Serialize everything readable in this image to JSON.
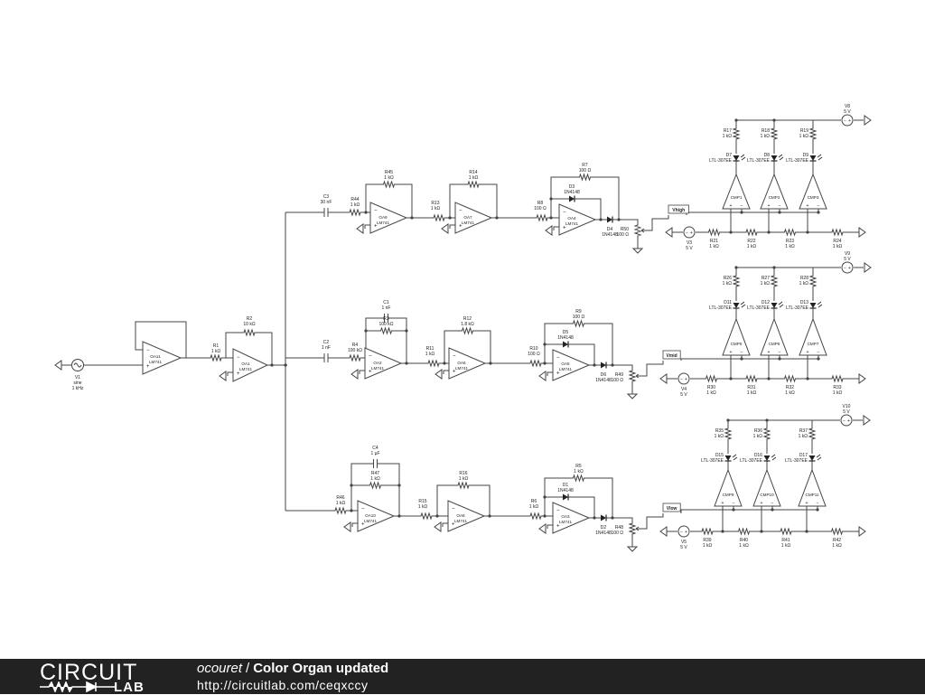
{
  "footer": {
    "logo_top": "CIRCUIT",
    "logo_bottom": "LAB",
    "author": "ocouret",
    "separator": "/",
    "title": "Color Organ updated",
    "url": "http://circuitlab.com/ceqxccy"
  },
  "schematic": {
    "source": {
      "name": "V1",
      "line2": "sine",
      "line3": "1 kHz"
    },
    "buffer": {
      "name": "OA11",
      "model": "LM741"
    },
    "input_stage": {
      "r1": {
        "name": "R1",
        "value": "1 kΩ"
      },
      "r2": {
        "name": "R2",
        "value": "10 kΩ"
      },
      "opamp": {
        "name": "OA1",
        "model": "LM741"
      }
    },
    "channels": [
      {
        "cap": {
          "name": "C3",
          "value": "30 nF"
        },
        "rin": {
          "name": "R44",
          "value": "1 kΩ"
        },
        "rfb": {
          "name": "R45",
          "value": "1 kΩ"
        },
        "filter": {
          "name": "OA9",
          "model": "LM741"
        },
        "r_amp_in": {
          "name": "R13",
          "value": "1 kΩ"
        },
        "r_amp_fb": {
          "name": "R14",
          "value": "1 kΩ"
        },
        "amp": {
          "name": "OA7",
          "model": "LM741"
        },
        "r_rect_in": {
          "name": "R8",
          "value": "100 Ω"
        },
        "r_rect_fb": {
          "name": "R7",
          "value": "100 Ω"
        },
        "d_fb": {
          "name": "D3",
          "model": "1N4148"
        },
        "rect": {
          "name": "OA4",
          "model": "LM741"
        },
        "d_out": {
          "name": "D4",
          "model": "1N4148"
        },
        "pot": {
          "name": "R50",
          "value": "100 Ω"
        },
        "net": "Vhigh",
        "vsrc": {
          "name": "V3",
          "value": "5 V"
        },
        "supply": {
          "name": "V8",
          "value": "5 V"
        },
        "ladder": [
          {
            "name": "R21",
            "value": "1 kΩ"
          },
          {
            "name": "R22",
            "value": "1 kΩ"
          },
          {
            "name": "R23",
            "value": "1 kΩ"
          },
          {
            "name": "R24",
            "value": "1 kΩ"
          }
        ],
        "leds": [
          {
            "r": {
              "name": "R17",
              "value": "1 kΩ"
            },
            "d": {
              "name": "D7",
              "model": "LTL-307EE"
            },
            "cmp": "CMP1"
          },
          {
            "r": {
              "name": "R18",
              "value": "1 kΩ"
            },
            "d": {
              "name": "D8",
              "model": "LTL-307EE"
            },
            "cmp": "CMP2"
          },
          {
            "r": {
              "name": "R19",
              "value": "1 kΩ"
            },
            "d": {
              "name": "D9",
              "model": "LTL-307EE"
            },
            "cmp": "CMP3"
          }
        ]
      },
      {
        "cap": {
          "name": "C2",
          "value": "1 nF"
        },
        "rin": {
          "name": "R4",
          "value": "100 kΩ"
        },
        "rfb": {
          "name": "R3",
          "value": "100 kΩ"
        },
        "cfb": {
          "name": "C1",
          "value": "1 nF"
        },
        "filter": {
          "name": "OA2",
          "model": "LM741"
        },
        "r_amp_in": {
          "name": "R11",
          "value": "1 kΩ"
        },
        "r_amp_fb": {
          "name": "R12",
          "value": "1.8 kΩ"
        },
        "amp": {
          "name": "OA6",
          "model": "LM741"
        },
        "r_rect_in": {
          "name": "R10",
          "value": "100 Ω"
        },
        "r_rect_fb": {
          "name": "R9",
          "value": "100 Ω"
        },
        "d_fb": {
          "name": "D5",
          "model": "1N4148"
        },
        "rect": {
          "name": "OA5",
          "model": "LM741"
        },
        "d_out": {
          "name": "D6",
          "model": "1N4148"
        },
        "pot": {
          "name": "R49",
          "value": "100 Ω"
        },
        "net": "Vmid",
        "vsrc": {
          "name": "V4",
          "value": "5 V"
        },
        "supply": {
          "name": "V9",
          "value": "5 V"
        },
        "ladder": [
          {
            "name": "R30",
            "value": "1 kΩ"
          },
          {
            "name": "R31",
            "value": "1 kΩ"
          },
          {
            "name": "R32",
            "value": "1 kΩ"
          },
          {
            "name": "R33",
            "value": "1 kΩ"
          }
        ],
        "leds": [
          {
            "r": {
              "name": "R26",
              "value": "1 kΩ"
            },
            "d": {
              "name": "D11",
              "model": "LTL-307EE"
            },
            "cmp": "CMP5"
          },
          {
            "r": {
              "name": "R27",
              "value": "1 kΩ"
            },
            "d": {
              "name": "D12",
              "model": "LTL-307EE"
            },
            "cmp": "CMP6"
          },
          {
            "r": {
              "name": "R28",
              "value": "1 kΩ"
            },
            "d": {
              "name": "D13",
              "model": "LTL-307EE"
            },
            "cmp": "CMP7"
          }
        ]
      },
      {
        "rin": {
          "name": "R46",
          "value": "1 kΩ"
        },
        "rfb": {
          "name": "R47",
          "value": "1 kΩ"
        },
        "cfb": {
          "name": "C4",
          "value": "1 µF"
        },
        "filter": {
          "name": "OA10",
          "model": "LM741"
        },
        "r_amp_in": {
          "name": "R15",
          "value": "1 kΩ"
        },
        "r_amp_fb": {
          "name": "R16",
          "value": "1 kΩ"
        },
        "amp": {
          "name": "OA8",
          "model": "LM741"
        },
        "r_rect_in": {
          "name": "R6",
          "value": "1 kΩ"
        },
        "r_rect_fb": {
          "name": "R5",
          "value": "1 kΩ"
        },
        "d_fb": {
          "name": "D1",
          "model": "1N4148"
        },
        "rect": {
          "name": "OA3",
          "model": "LM741"
        },
        "d_out": {
          "name": "D2",
          "model": "1N4148"
        },
        "pot": {
          "name": "R48",
          "value": "100 Ω"
        },
        "net": "Vlow",
        "vsrc": {
          "name": "V5",
          "value": "5 V"
        },
        "supply": {
          "name": "V10",
          "value": "5 V"
        },
        "ladder": [
          {
            "name": "R39",
            "value": "1 kΩ"
          },
          {
            "name": "R40",
            "value": "1 kΩ"
          },
          {
            "name": "R41",
            "value": "1 kΩ"
          },
          {
            "name": "R42",
            "value": "1 kΩ"
          }
        ],
        "leds": [
          {
            "r": {
              "name": "R35",
              "value": "1 kΩ"
            },
            "d": {
              "name": "D15",
              "model": "LTL-307EE"
            },
            "cmp": "CMP9"
          },
          {
            "r": {
              "name": "R36",
              "value": "1 kΩ"
            },
            "d": {
              "name": "D16",
              "model": "LTL-307EE"
            },
            "cmp": "CMP10"
          },
          {
            "r": {
              "name": "R37",
              "value": "1 kΩ"
            },
            "d": {
              "name": "D17",
              "model": "LTL-307EE"
            },
            "cmp": "CMP11"
          }
        ]
      }
    ]
  }
}
